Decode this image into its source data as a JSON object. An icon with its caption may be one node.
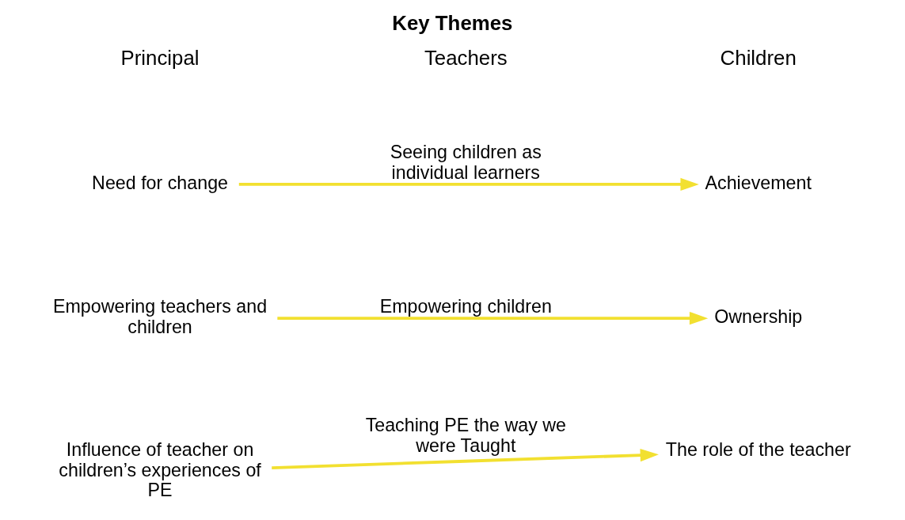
{
  "diagram": {
    "title": "Key Themes",
    "nodes": [
      {
        "text": [
          "Need for change"
        ]
      },
      {
        "text": [
          "Achievement"
        ]
      },
      {
        "text": [
          "Empowering teachers and children"
        ]
      },
      {
        "text": [
          "Ownership"
        ]
      },
      {
        "text": [
          "Influence of teacher on children’s experiences of PE"
        ]
      },
      {
        "text": [
          "The role of the teacher"
        ]
      }
    ],
    "edges": [
      {
        "from": 0,
        "to": 1,
        "arrow": "to",
        "label": "Seeing children as individual learners"
      },
      {
        "from": 2,
        "to": 3,
        "arrow": "to",
        "label": "Empowering children"
      },
      {
        "from": 4,
        "to": 5,
        "arrow": "to",
        "label": "Teaching PE the way we were Taught"
      }
    ],
    "labels": [
      "Principal",
      "Teachers",
      "Children"
    ]
  }
}
